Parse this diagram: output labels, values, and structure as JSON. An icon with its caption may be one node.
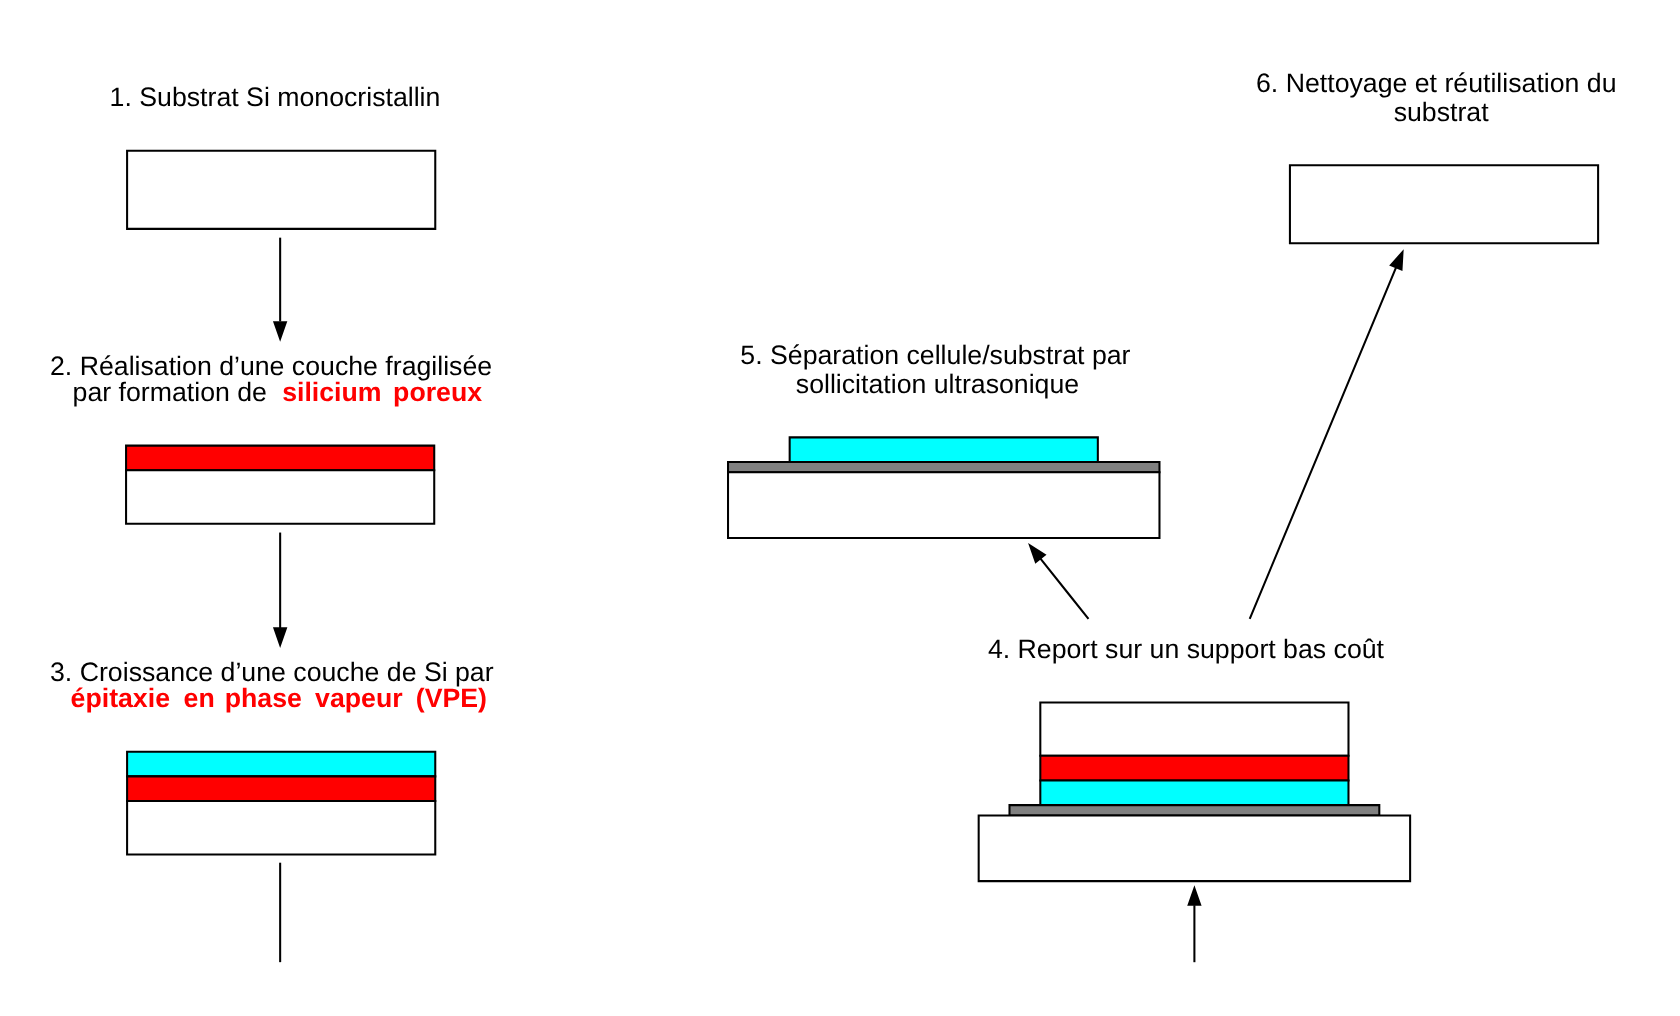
{
  "diagram": {
    "nodes": [
      {
        "text": [
          "1. Substrat Si monocristallin"
        ]
      },
      {
        "text": [
          "2. Réalisation d’une couche fragilisée par formation de **silicium poreux**"
        ]
      },
      {
        "text": [
          "3. Croissance d’une couche de Si par **épitaxie en phase vapeur (VPE)**"
        ]
      },
      {
        "text": [
          "4. Report sur un support bas coût"
        ]
      },
      {
        "text": [
          "5. Séparation cellule/substrat par sollicitation ultrasonique"
        ]
      },
      {
        "text": [
          "6. Nettoyage et réutilisation du substrat"
        ]
      }
    ],
    "edges": [
      {
        "from": 0,
        "to": 1,
        "arrow": "to"
      },
      {
        "from": 1,
        "to": 2,
        "arrow": "to"
      },
      {
        "from": 2,
        "to": null,
        "arrow": "none"
      },
      {
        "from": null,
        "to": 3,
        "arrow": "to"
      },
      {
        "from": 3,
        "to": 4,
        "arrow": "to"
      },
      {
        "from": 3,
        "to": 5,
        "arrow": "to"
      }
    ]
  }
}
